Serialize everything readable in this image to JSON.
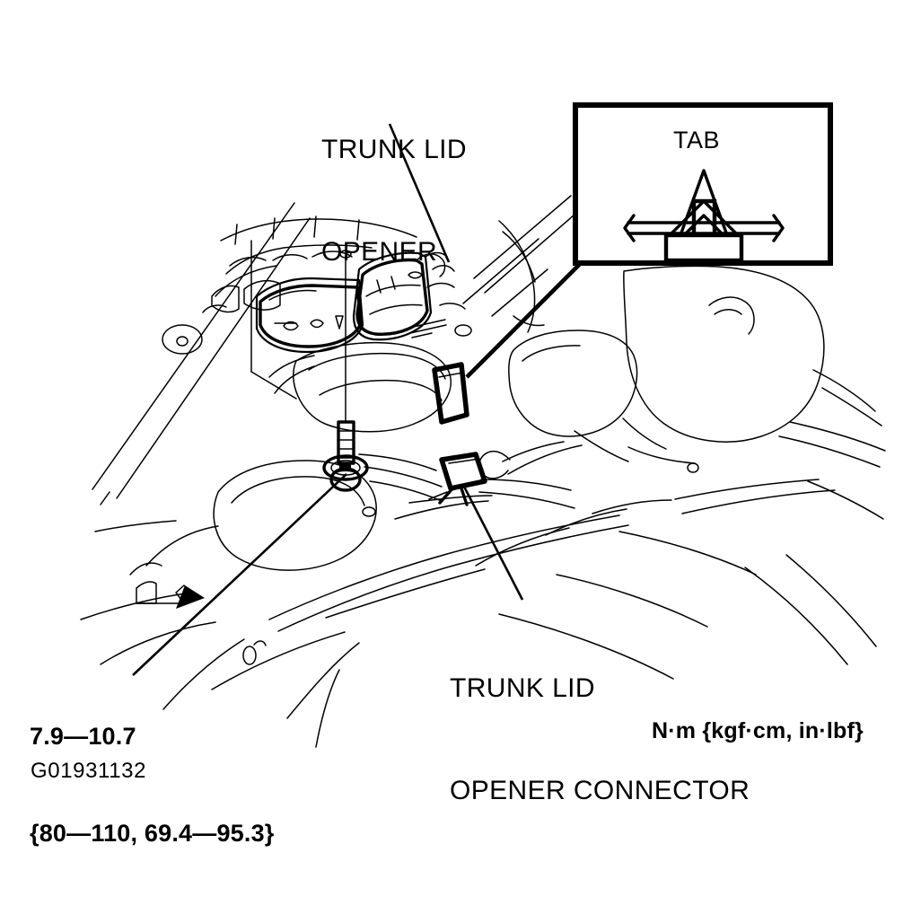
{
  "figure": {
    "id_label": "G01931132",
    "background_color": "#ffffff",
    "line_color": "#000000"
  },
  "callouts": [
    {
      "name": "trunk-lid-opener",
      "line1": "TRUNK LID",
      "line2": "OPENER"
    },
    {
      "name": "trunk-lid-opener-connector",
      "line1": "TRUNK LID",
      "line2": "OPENER CONNECTOR"
    }
  ],
  "inset": {
    "name": "tab-detail",
    "label": "TAB"
  },
  "torque": {
    "primary": "7.9—10.7",
    "secondary": "{80—110, 69.4—95.3}",
    "units": "N·m {kgf·cm, in·lbf}"
  }
}
